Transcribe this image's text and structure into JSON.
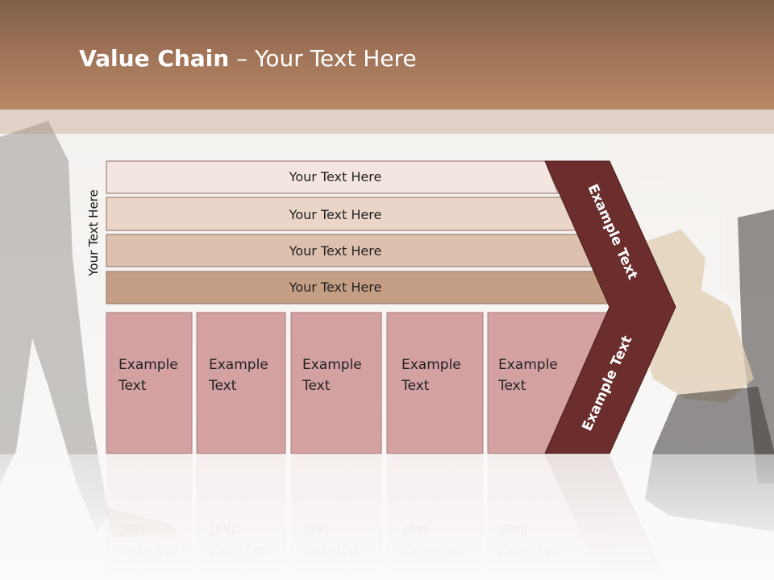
{
  "title": {
    "bold": "Value Chain",
    "rest": " – Your Text Here"
  },
  "side_label": "Your Text Here",
  "rows": [
    "Your Text Here",
    "Your Text Here",
    "Your Text Here",
    "Your Text Here"
  ],
  "columns": [
    {
      "line1": "Example",
      "line2": "Text"
    },
    {
      "line1": "Example",
      "line2": "Text"
    },
    {
      "line1": "Example",
      "line2": "Text"
    },
    {
      "line1": "Example",
      "line2": "Text"
    },
    {
      "line1": "Example",
      "line2": "Text"
    }
  ],
  "chevron": {
    "upper": "Example Text",
    "lower": "Example Text"
  },
  "colors": {
    "row1": "#f3e6e0",
    "row2": "#ead5c8",
    "row3": "#ddc0ad",
    "row4": "#c59f85",
    "column": "#d4a1a3",
    "chevron": "#6b2e2d",
    "title_bar": "#a27559"
  }
}
